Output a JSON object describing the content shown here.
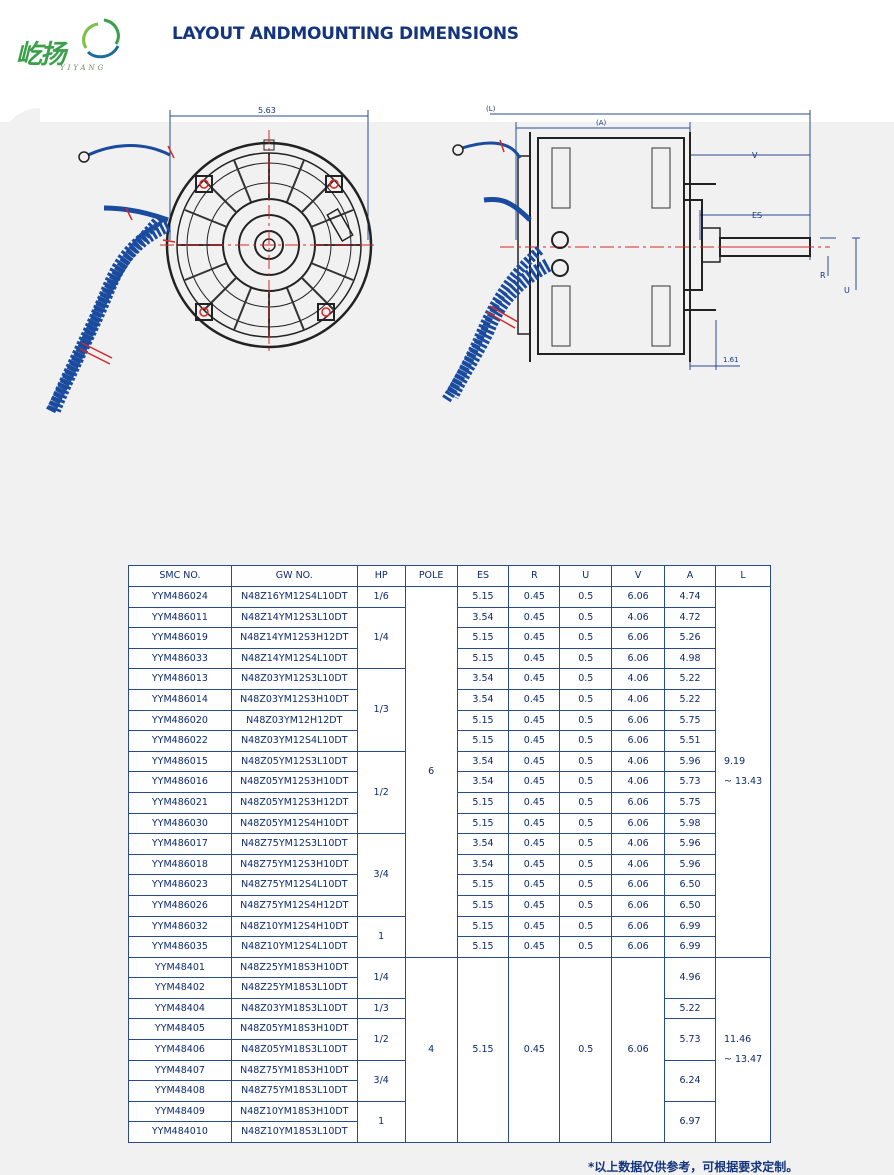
{
  "brand": {
    "logo_text": "屹扬",
    "logo_sub": "YIYANG"
  },
  "title": "LAYOUT ANDMOUNTING DIMENSIONS",
  "drawing": {
    "front": {
      "width_label": "5.63"
    },
    "side": {
      "l_label": "(L)",
      "a_label": "(A)",
      "v_label": "V",
      "es_label": "ES",
      "r_label": "R",
      "u_label": "U",
      "offset_label": "1.61"
    }
  },
  "table": {
    "headers": [
      "SMC NO.",
      "GW NO.",
      "HP",
      "POLE",
      "ES",
      "R",
      "U",
      "V",
      "A",
      "L"
    ],
    "rows": [
      [
        "YYM486024",
        "N48Z16YM12S4L10DT",
        "4.74"
      ],
      [
        "YYM486011",
        "N48Z14YM12S3L10DT",
        "4.72"
      ],
      [
        "YYM486019",
        "N48Z14YM12S3H12DT",
        "5.26"
      ],
      [
        "YYM486033",
        "N48Z14YM12S4L10DT",
        "4.98"
      ],
      [
        "YYM486013",
        "N48Z03YM12S3L10DT",
        "5.22"
      ],
      [
        "YYM486014",
        "N48Z03YM12S3H10DT",
        "5.22"
      ],
      [
        "YYM486020",
        "N48Z03YM12H12DT",
        "5.75"
      ],
      [
        "YYM486022",
        "N48Z03YM12S4L10DT",
        "5.51"
      ],
      [
        "YYM486015",
        "N48Z05YM12S3L10DT",
        "5.96"
      ],
      [
        "YYM486016",
        "N48Z05YM12S3H10DT",
        "5.73"
      ],
      [
        "YYM486021",
        "N48Z05YM12S3H12DT",
        "5.75"
      ],
      [
        "YYM486030",
        "N48Z05YM12S4H10DT",
        "5.98"
      ],
      [
        "YYM486017",
        "N48Z75YM12S3L10DT",
        "5.96"
      ],
      [
        "YYM486018",
        "N48Z75YM12S3H10DT",
        "5.96"
      ],
      [
        "YYM486023",
        "N48Z75YM12S4L10DT",
        "6.50"
      ],
      [
        "YYM486026",
        "N48Z75YM12S4H12DT",
        "6.50"
      ],
      [
        "YYM486032",
        "N48Z10YM12S4H10DT",
        "6.99"
      ],
      [
        "YYM486035",
        "N48Z10YM12S4L10DT",
        "6.99"
      ],
      [
        "YYM48401",
        "N48Z25YM18S3H10DT",
        ""
      ],
      [
        "YYM48402",
        "N48Z25YM18S3L10DT",
        ""
      ],
      [
        "YYM48404",
        "N48Z03YM18S3L10DT",
        ""
      ],
      [
        "YYM48405",
        "N48Z05YM18S3H10DT",
        ""
      ],
      [
        "YYM48406",
        "N48Z05YM18S3L10DT",
        ""
      ],
      [
        "YYM48407",
        "N48Z75YM18S3H10DT",
        ""
      ],
      [
        "YYM48408",
        "N48Z75YM18S3L10DT",
        ""
      ],
      [
        "YYM48409",
        "N48Z10YM18S3H10DT",
        ""
      ],
      [
        "YYM484010",
        "N48Z10YM18S3L10DT",
        ""
      ]
    ],
    "pole6_esruv": [
      [
        "5.15",
        "0.45",
        "0.5",
        "6.06"
      ],
      [
        "3.54",
        "0.45",
        "0.5",
        "4.06"
      ],
      [
        "5.15",
        "0.45",
        "0.5",
        "6.06"
      ],
      [
        "5.15",
        "0.45",
        "0.5",
        "6.06"
      ],
      [
        "3.54",
        "0.45",
        "0.5",
        "4.06"
      ],
      [
        "3.54",
        "0.45",
        "0.5",
        "4.06"
      ],
      [
        "5.15",
        "0.45",
        "0.5",
        "6.06"
      ],
      [
        "5.15",
        "0.45",
        "0.5",
        "6.06"
      ],
      [
        "3.54",
        "0.45",
        "0.5",
        "4.06"
      ],
      [
        "3.54",
        "0.45",
        "0.5",
        "4.06"
      ],
      [
        "5.15",
        "0.45",
        "0.5",
        "6.06"
      ],
      [
        "5.15",
        "0.45",
        "0.5",
        "6.06"
      ],
      [
        "3.54",
        "0.45",
        "0.5",
        "4.06"
      ],
      [
        "3.54",
        "0.45",
        "0.5",
        "4.06"
      ],
      [
        "5.15",
        "0.45",
        "0.5",
        "6.06"
      ],
      [
        "5.15",
        "0.45",
        "0.5",
        "6.06"
      ],
      [
        "5.15",
        "0.45",
        "0.5",
        "6.06"
      ],
      [
        "5.15",
        "0.45",
        "0.5",
        "6.06"
      ]
    ],
    "hp6": [
      "1/6",
      "1/4",
      "1/3",
      "1/2",
      "3/4",
      "1"
    ],
    "pole6": "6",
    "l6_a": "9.19",
    "l6_b": "~ 13.43",
    "hp4": [
      "1/4",
      "1/3",
      "1/2",
      "3/4",
      "1"
    ],
    "pole4": "4",
    "es4": "5.15",
    "r4": "0.45",
    "u4": "0.5",
    "v4": "6.06",
    "a4": [
      "4.96",
      "5.22",
      "5.73",
      "6.24",
      "6.97"
    ],
    "l4_a": "11.46",
    "l4_b": "~ 13.47"
  },
  "footnote": "*以上数据仅供参考，可根据要求定制。",
  "colors": {
    "ink": "#0d2a6e",
    "line": "#2a4a8e",
    "accent": "#d62828",
    "logo": "#3aa14a"
  }
}
